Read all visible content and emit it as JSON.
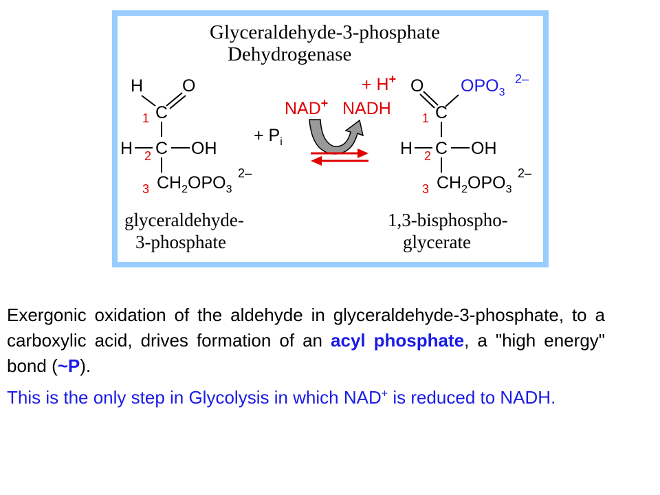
{
  "figure": {
    "colors": {
      "frame": "#99ccff",
      "red": "#e00000",
      "blue": "#1a1ae6",
      "arrow_gray": "#999999"
    },
    "title_line1": "Glyceraldehyde-3-phosphate",
    "title_line2": "Dehydrogenase",
    "reactant": {
      "atoms": {
        "h_top": "H",
        "o_top": "O",
        "c": "C",
        "h_left": "H",
        "oh": "OH",
        "ch2": "CH",
        "sub2": "2",
        "opo": "OPO",
        "sub3": "3",
        "charge": "2–"
      },
      "numbers": [
        "1",
        "2",
        "3"
      ],
      "name_line1": "glyceraldehyde-",
      "name_line2": "3-phosphate"
    },
    "reagents": {
      "plus_pi": "+ P",
      "pi_sub": "i",
      "plus_h": "+ H",
      "h_charge": "+",
      "nad": "NAD",
      "nad_charge": "+",
      "nadh": "NADH"
    },
    "product": {
      "atoms": {
        "o_top": "O",
        "opo_top": "OPO",
        "sub3_top": "3",
        "charge_top": "2–",
        "c": "C",
        "h_left": "H",
        "oh": "OH",
        "ch2": "CH",
        "sub2": "2",
        "opo": "OPO",
        "sub3": "3",
        "charge": "2–"
      },
      "numbers": [
        "1",
        "2",
        "3"
      ],
      "name_line1": "1,3-bisphospho-",
      "name_line2": "glycerate"
    }
  },
  "caption": {
    "p1_part1": "Exergonic oxidation of the aldehyde in glyceraldehyde-3-phosphate, to a carboxylic acid, drives formation of an ",
    "p1_bold1": "acyl phosphate",
    "p1_part2": ", a \"high energy\" bond (",
    "p1_bold2": "~P",
    "p1_part3": ").",
    "p2_part1": "This is the only step in Glycolysis in which NAD",
    "p2_sup": "+",
    "p2_part2": " is reduced to NADH."
  }
}
